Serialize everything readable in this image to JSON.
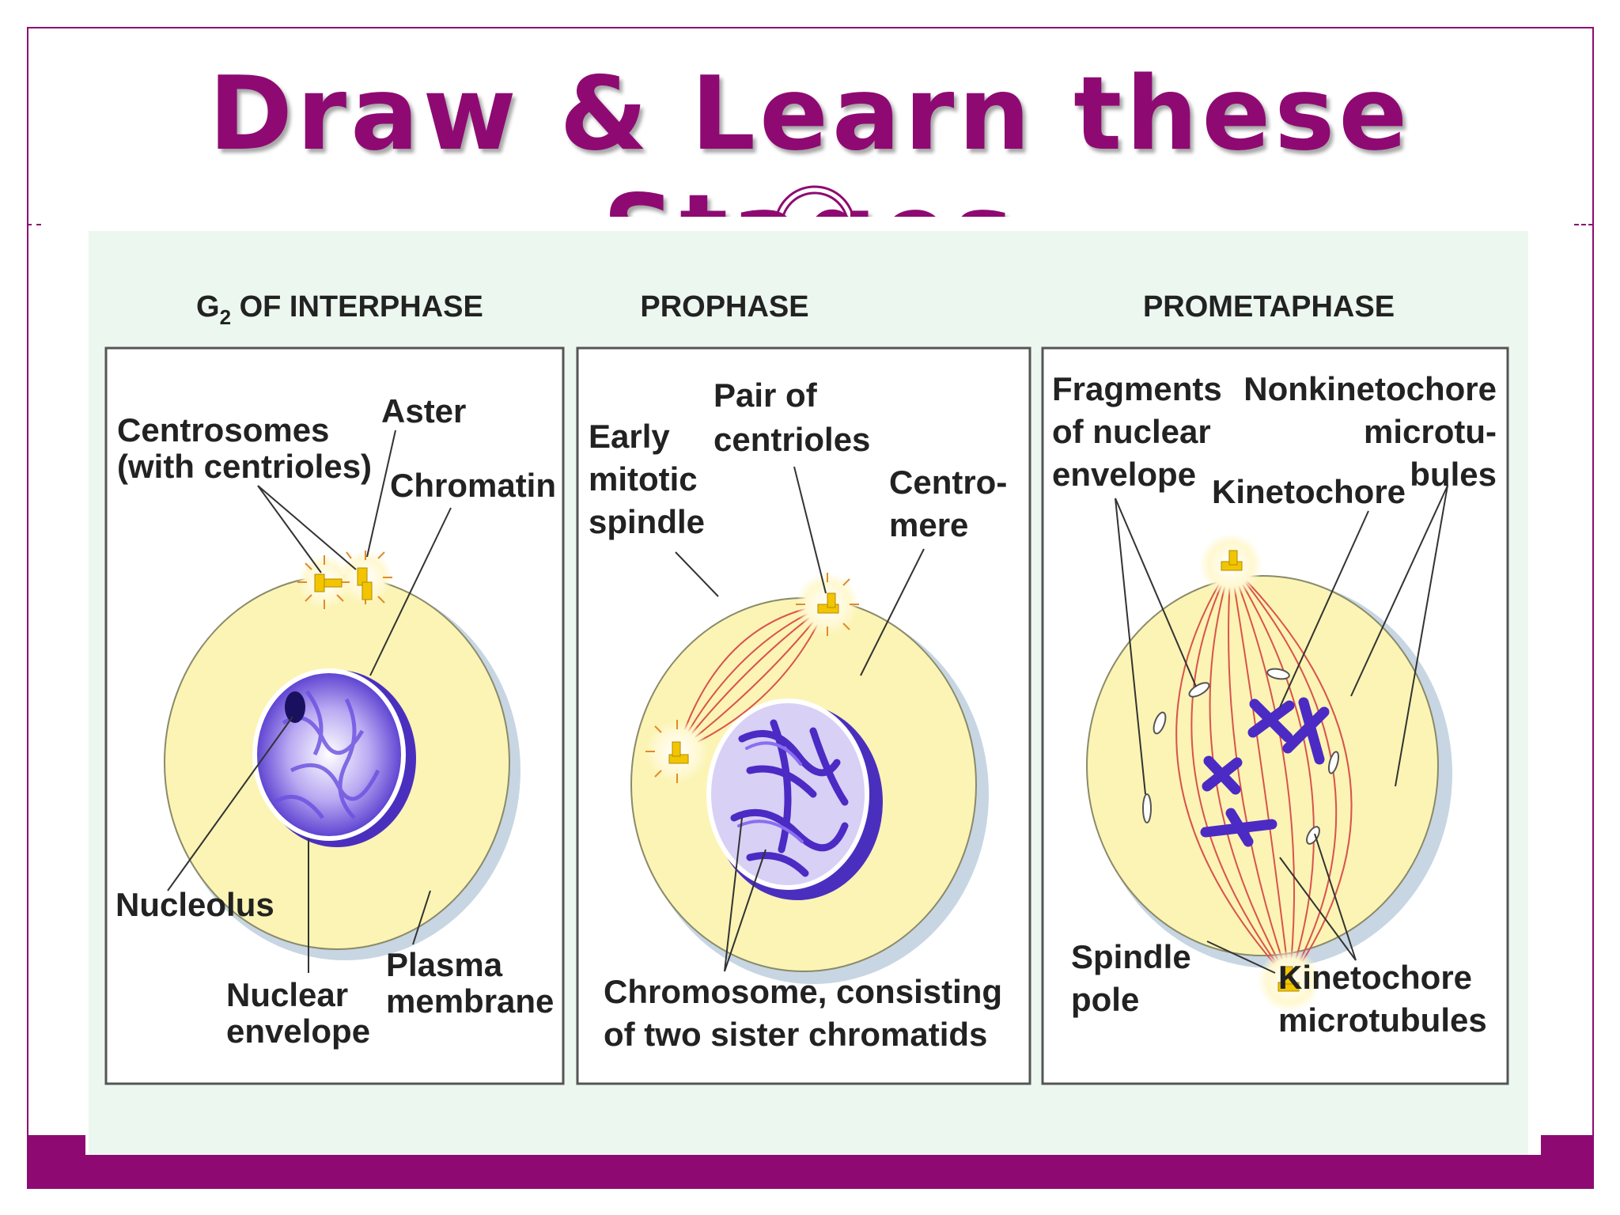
{
  "slide": {
    "title": "Draw & Learn these Stages"
  },
  "diagram": {
    "stages": [
      {
        "title_main": "G",
        "title_sub": "2",
        "title_rest": " OF INTERPHASE",
        "labels": {
          "centrosomes_1": "Centrosomes",
          "centrosomes_2": "(with centrioles)",
          "aster": "Aster",
          "chromatin": "Chromatin",
          "nucleolus": "Nucleolus",
          "nuclear_env_1": "Nuclear",
          "nuclear_env_2": "envelope",
          "plasma_1": "Plasma",
          "plasma_2": "membrane"
        }
      },
      {
        "title": "PROPHASE",
        "labels": {
          "early_1": "Early",
          "early_2": "mitotic",
          "early_3": "spindle",
          "pair_1": "Pair of",
          "pair_2": "centrioles",
          "centro_1": "Centro-",
          "centro_2": "mere",
          "chromosome_1": "Chromosome, consisting",
          "chromosome_2": "of two sister chromatids"
        }
      },
      {
        "title": "PROMETAPHASE",
        "labels": {
          "fragments_1": "Fragments",
          "fragments_2": "of nuclear",
          "fragments_3": "envelope",
          "nonkin_1": "Nonkinetochore",
          "nonkin_2": "microtu-",
          "nonkin_3": "bules",
          "kinetochore": "Kinetochore",
          "spindle_1": "Spindle",
          "spindle_2": "pole",
          "kin_micro_1": "Kinetochore",
          "kin_micro_2": "microtubules"
        }
      }
    ]
  },
  "colors": {
    "accent": "#8e0a72",
    "panel_bg": "#ecf7f0",
    "cell_fill": "#fbf4b4",
    "nucleus_fill": "#7a5fe0",
    "chromosome": "#4b2bc4",
    "centriole": "#f2c500",
    "spindle_fiber": "#d9534f"
  }
}
